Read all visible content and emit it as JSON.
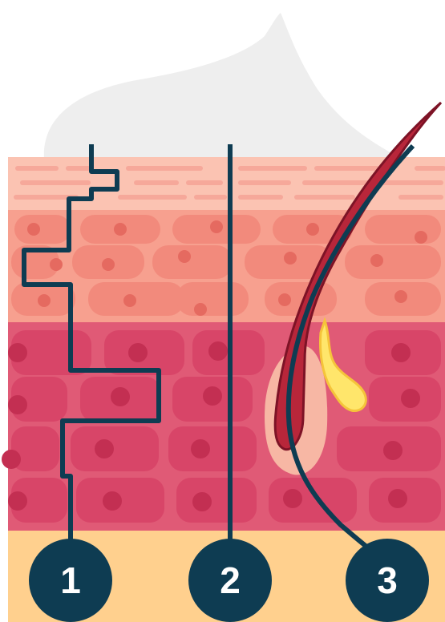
{
  "colors": {
    "background": "#ffffff",
    "cream": "#eeeeee",
    "stratum_corneum": "#fbc3b2",
    "stratum_corneum_lines": "#f6a89a",
    "upper_epidermis": "#f7a08f",
    "upper_cells": "#f28a7c",
    "upper_nuclei": "#e56a60",
    "lower_epidermis": "#e05a76",
    "lower_cells": "#d84568",
    "lower_nuclei": "#c32f52",
    "dermis": "#ffd08e",
    "hair": "#b8263a",
    "hair_dark": "#7d1326",
    "follicle": "#f7b7a4",
    "sebaceous_gland": "#ffe66b",
    "pathway": "#0e3c52",
    "marker_fill": "#0e3c52",
    "marker_text": "#ffffff"
  },
  "markers": [
    {
      "id": "transcellular",
      "label": "1",
      "icon": "pathway-marker-circle"
    },
    {
      "id": "straight",
      "label": "2",
      "icon": "pathway-marker-circle"
    },
    {
      "id": "follicular",
      "label": "3",
      "icon": "pathway-marker-circle"
    }
  ]
}
